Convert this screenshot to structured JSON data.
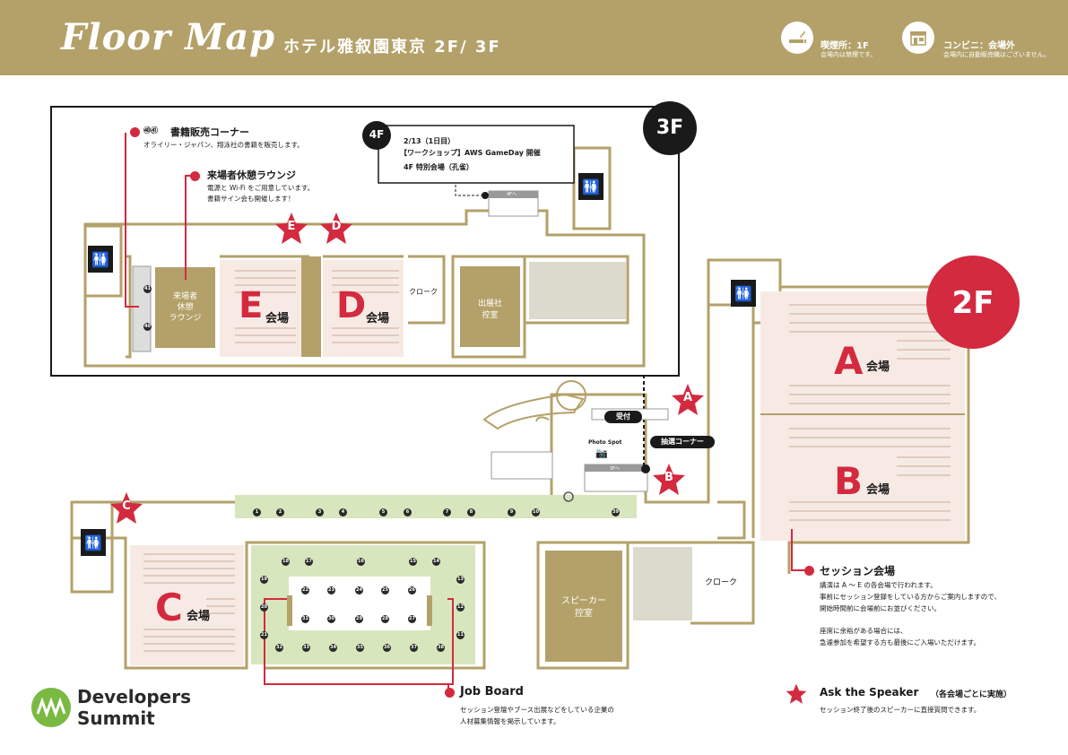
{
  "header": {
    "title": "Floor Map",
    "subtitle": "ホテル雅叙園東京 2F/ 3F",
    "smoking_title": "喫煙所：1F",
    "smoking_note": "会場内は禁煙です。",
    "store_title": "コンビニ：会場外",
    "store_note": "会場内に自動販売機はございません。"
  },
  "floors": {
    "third": "3F",
    "second": "2F",
    "fourth": "4F"
  },
  "fourth_floor": {
    "line1": "2/13（1日目）",
    "line2": "【ワークショップ】AWS GameDay 開催",
    "line3": "4F 特別会場（孔雀）",
    "stair_label": "4Fへ"
  },
  "bookstore": {
    "num": "㊵㊶",
    "title": "書籍販売コーナー",
    "desc": "オライリー・ジャパン、翔泳社の書籍を販売します。"
  },
  "lounge": {
    "title": "来場者休憩ラウンジ",
    "desc1": "電源と Wi-Fi をご用意しています。",
    "desc2": "書籍サイン会も開催します！",
    "room1": "来場者",
    "room2": "休憩",
    "room3": "ラウンジ"
  },
  "rooms": {
    "a_letter": "A",
    "b_letter": "B",
    "c_letter": "C",
    "d_letter": "D",
    "e_letter": "E",
    "suffix": "会場",
    "cloak": "クローク",
    "exhibitor1": "出展社",
    "exhibitor2": "控室",
    "speaker1": "スピーカー",
    "speaker2": "控室",
    "reception": "受付",
    "photo": "Photo Spot",
    "lottery": "抽選コーナー",
    "stair3f": "3Fへ"
  },
  "stars": {
    "a": "A",
    "b": "B",
    "c": "C",
    "d": "D",
    "e": "E"
  },
  "booths": {
    "row_top": [
      "1",
      "2",
      "3",
      "4",
      "5",
      "6",
      "7",
      "8",
      "9",
      "10",
      "39"
    ],
    "row_upper": [
      "18",
      "17",
      "16",
      "15",
      "14"
    ],
    "left_col": [
      "19",
      "20",
      "21"
    ],
    "right_col": [
      "13",
      "12",
      "11"
    ],
    "inner_top": [
      "22",
      "23",
      "24",
      "25",
      "26"
    ],
    "inner_bottom": [
      "31",
      "30",
      "29",
      "28",
      "27"
    ],
    "row_bottom": [
      "32",
      "33",
      "34",
      "35",
      "36",
      "37",
      "38"
    ],
    "lounge": [
      "41",
      "40"
    ]
  },
  "session": {
    "title": "セッション会場",
    "desc1": "講演は A ～ E の各会場で行われます。",
    "desc2": "事前にセッション登録をしている方からご案内しますので、",
    "desc3": "開始時間前に会場前にお並びください。",
    "desc4": "座席に余裕がある場合には、",
    "desc5": "急遽参加を希望する方も最後にご入場いただけます。"
  },
  "jobboard": {
    "title": "Job Board",
    "desc1": "セッション登壇やブース出展などをしている企業の",
    "desc2": "人材募集情報を掲示しています。"
  },
  "ask": {
    "title": "Ask the Speaker",
    "paren": "（各会場ごとに実施）",
    "desc": "セッション終了後のスピーカーに直接質問できます。"
  },
  "logo": {
    "line1": "Developers",
    "line2": "Summit"
  },
  "colors": {
    "gold": "#b3a169",
    "red": "#d32a3f",
    "pink": "#f7eae4",
    "green": "#d8e6bd",
    "gray": "#dcd9cd"
  }
}
